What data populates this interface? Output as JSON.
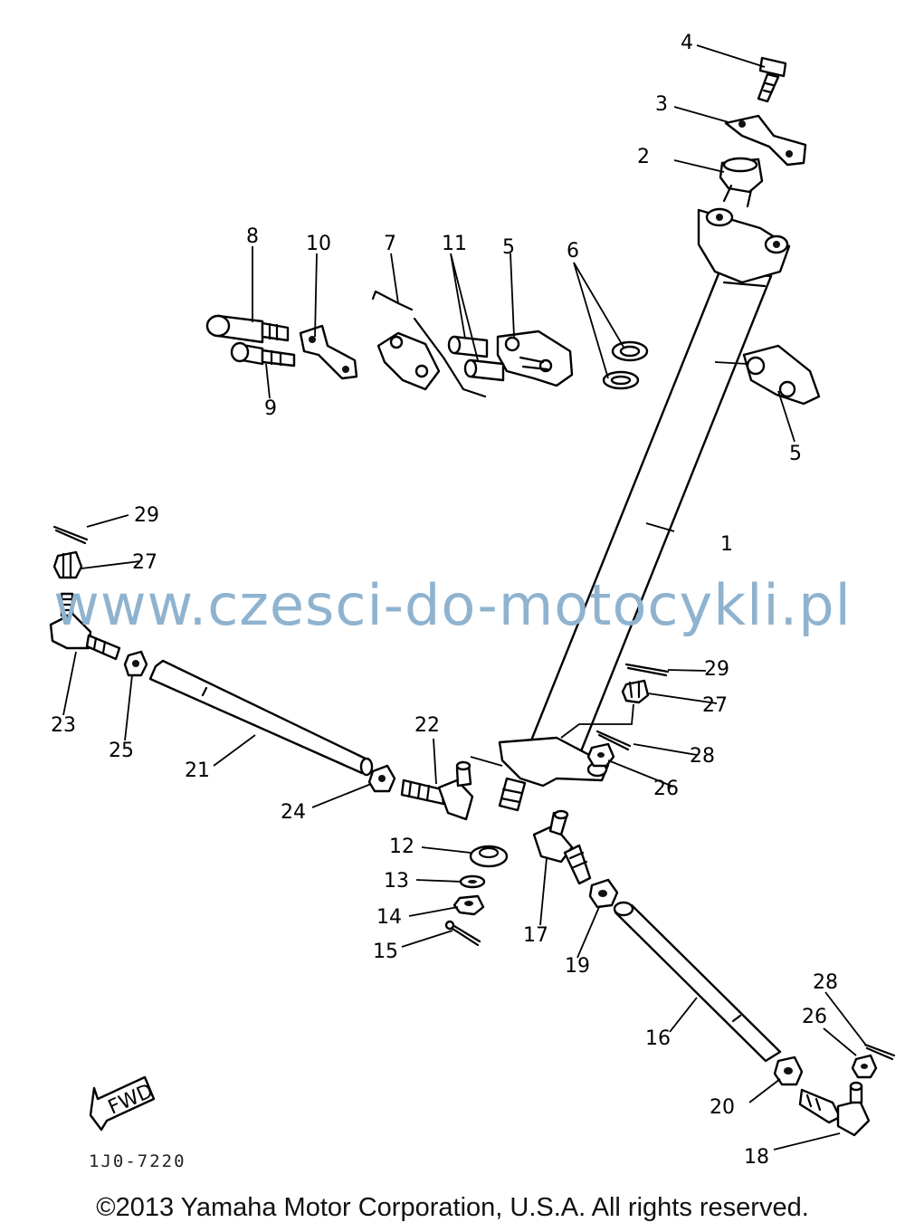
{
  "callouts": [
    "1",
    "2",
    "3",
    "4",
    "5",
    "5",
    "6",
    "7",
    "8",
    "9",
    "10",
    "11",
    "12",
    "13",
    "14",
    "15",
    "16",
    "17",
    "18",
    "19",
    "20",
    "21",
    "22",
    "23",
    "24",
    "25",
    "26",
    "26",
    "27",
    "27",
    "28",
    "28",
    "29",
    "29"
  ],
  "fwd_label": "FWD",
  "ref_code": "1J0-7220",
  "watermark": "www.czesci-do-motocykli.pl",
  "copyright": "©2013 Yamaha Motor Corporation, U.S.A. All rights reserved."
}
